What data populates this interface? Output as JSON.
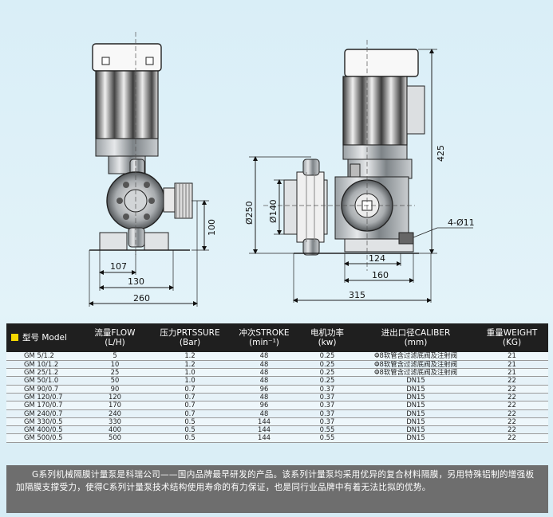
{
  "drawing": {
    "dims": {
      "d107": "107",
      "d130": "130",
      "d260": "260",
      "d100": "100",
      "d250": "Ø250",
      "d140": "Ø140",
      "d124": "124",
      "d160": "160",
      "d315": "315",
      "d425": "425",
      "d4phi11": "4-Ø11"
    }
  },
  "table": {
    "headers": [
      {
        "line1": "型号 Model",
        "line2": ""
      },
      {
        "line1": "流量FLOW",
        "line2": "(L/H)"
      },
      {
        "line1": "压力PRTSSURE",
        "line2": "(Bar)"
      },
      {
        "line1": "冲次STROKE",
        "line2": "(min⁻¹)"
      },
      {
        "line1": "电机功率",
        "line2": "(kw)"
      },
      {
        "line1": "进出口径CALIBER",
        "line2": "(mm)"
      },
      {
        "line1": "重量WEIGHT",
        "line2": "(KG)"
      }
    ],
    "rows": [
      [
        "GM 5/1.2",
        "5",
        "1.2",
        "48",
        "0.25",
        "Φ8软管含过滤底阀及注射阀",
        "21"
      ],
      [
        "GM 10/1.2",
        "10",
        "1.2",
        "48",
        "0.25",
        "Φ8软管含过滤底阀及注射阀",
        "21"
      ],
      [
        "GM 25/1.2",
        "25",
        "1.0",
        "48",
        "0.25",
        "Φ8软管含过滤底阀及注射阀",
        "21"
      ],
      [
        "GM 50/1.0",
        "50",
        "1.0",
        "48",
        "0.25",
        "DN15",
        "22"
      ],
      [
        "GM 90/0.7",
        "90",
        "0.7",
        "96",
        "0.37",
        "DN15",
        "22"
      ],
      [
        "GM 120/0.7",
        "120",
        "0.7",
        "48",
        "0.37",
        "DN15",
        "22"
      ],
      [
        "GM 170/0.7",
        "170",
        "0.7",
        "96",
        "0.37",
        "DN15",
        "22"
      ],
      [
        "GM 240/0.7",
        "240",
        "0.7",
        "48",
        "0.37",
        "DN15",
        "22"
      ],
      [
        "GM 330/0.5",
        "330",
        "0.5",
        "144",
        "0.37",
        "DN15",
        "22"
      ],
      [
        "GM 400/0.5",
        "400",
        "0.5",
        "144",
        "0.55",
        "DN15",
        "22"
      ],
      [
        "GM 500/0.5",
        "500",
        "0.5",
        "144",
        "0.55",
        "DN15",
        "22"
      ]
    ]
  },
  "footer": {
    "text": "G系列机械隔膜计量泵是科瑞公司——国内品牌最早研发的产品。该系列计量泵均采用优异的复合材料隔膜，另用特殊铝制的增强板加隔膜支撑受力，使得C系列计量泵技术结构使用寿命的有力保证，也是同行业品牌中有着无法比拟的优势。"
  },
  "colors": {
    "header_bg": "#1f1f1f",
    "header_marker": "#f5d800",
    "footer_bg": "#6e6e6e",
    "page_bg": "#d9eef7"
  }
}
